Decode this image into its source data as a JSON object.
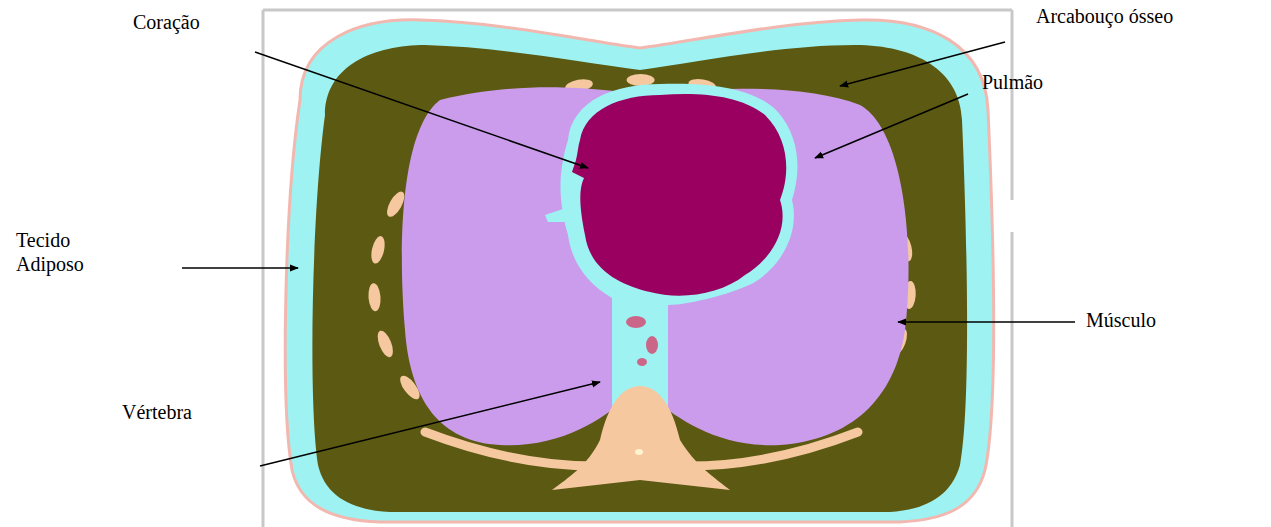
{
  "diagram": {
    "labels": [
      "Coração",
      "Arcabouço ósseo",
      "Pulmão",
      "Tecido Adiposo",
      "Músculo",
      "Vértebra"
    ]
  }
}
